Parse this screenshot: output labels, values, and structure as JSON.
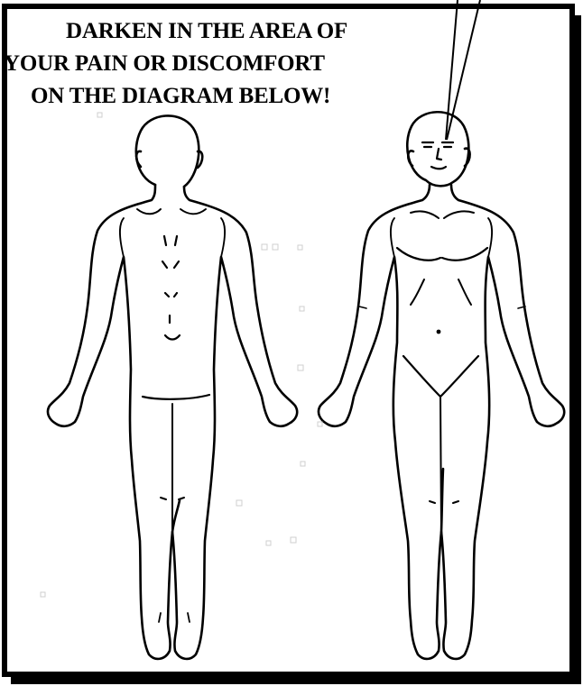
{
  "instruction": {
    "lines": [
      "DARKEN IN THE AREA OF",
      "YOUR PAIN OR DISCOMFORT",
      "ON THE DIAGRAM BELOW!"
    ]
  },
  "diagram": {
    "figures": [
      "back-view",
      "front-view"
    ],
    "colors": {
      "ink": "#000000",
      "paper": "#ffffff"
    }
  }
}
